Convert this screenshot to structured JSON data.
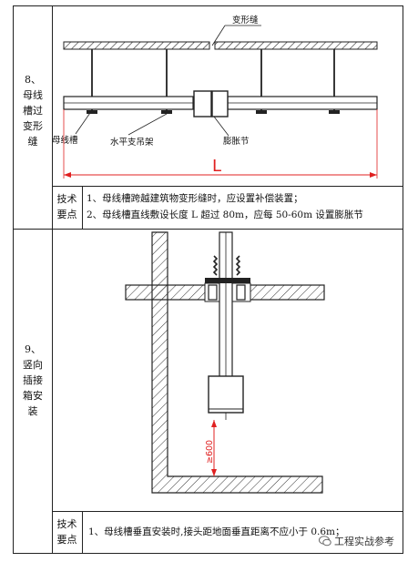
{
  "section8": {
    "label_lines": [
      "8、",
      "母线",
      "槽过",
      "变形",
      "缝"
    ],
    "diagram_labels": {
      "expansion_joint": "变形缝",
      "busway": "母线槽",
      "horizontal_support": "水平支吊架",
      "expansion_section": "膨胀节",
      "length_symbol": "L"
    },
    "tech_label_lines": [
      "技术",
      "要点"
    ],
    "points": [
      "1、母线槽跨越建筑物变形缝时，应设置补偿装置；",
      "2、母线槽直线敷设长度 L 超过 80m，应每 50-60m 设置膨胀节"
    ]
  },
  "section9": {
    "label_lines": [
      "9、",
      "竖向",
      "插接",
      "箱安",
      "装"
    ],
    "diagram_labels": {
      "min_height": "≥600"
    },
    "tech_label_lines": [
      "技术",
      "要点"
    ],
    "points": [
      "1、母线槽垂直安装时,接头距地面垂直距离不应小于 0.6m；"
    ]
  },
  "watermark": {
    "text": "工程实战参考"
  },
  "colors": {
    "line": "#222222",
    "dimension": "#e02020"
  }
}
